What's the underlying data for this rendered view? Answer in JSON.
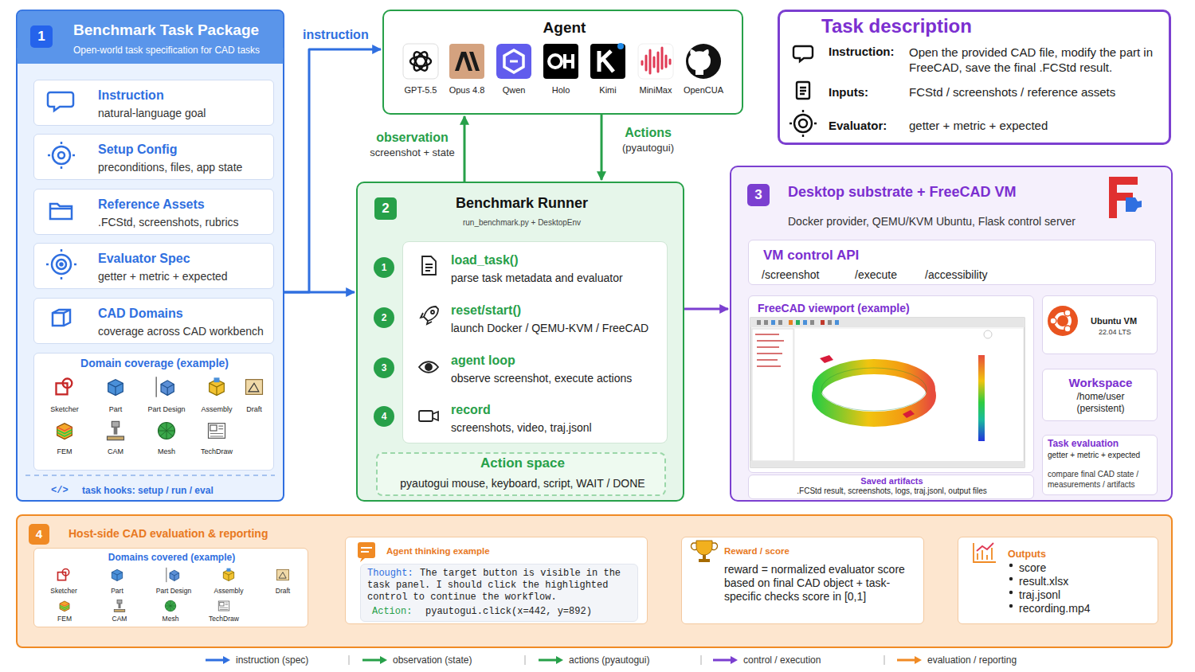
{
  "diagram": {
    "nodes": [
      {
        "text": [
          "1",
          "Benchmark Task Package",
          "Open-world task specification for CAD tasks",
          "</>",
          "task hooks: setup / run / eval"
        ]
      },
      {
        "text": [
          "Instruction",
          "natural-language goal"
        ],
        "in": 0
      },
      {
        "text": [
          "Setup Config",
          "preconditions, files, app state"
        ],
        "in": 0
      },
      {
        "text": [
          "Reference Assets",
          ".FCStd, screenshots, rubrics"
        ],
        "in": 0
      },
      {
        "text": [
          "Evaluator Spec",
          "getter + metric + expected"
        ],
        "in": 0
      },
      {
        "text": [
          "CAD Domains",
          "coverage across CAD workbench"
        ],
        "in": 0
      },
      {
        "text": [
          "Domain coverage (example)"
        ],
        "in": 0
      },
      {
        "text": [
          "Agent"
        ]
      },
      {
        "text": [
          "Task description",
          "Instruction:",
          "Open the provided CAD file, modify the part in FreeCAD, save the final .FCStd result.",
          "Inputs:",
          "FCStd / screenshots / reference assets",
          "Evaluator:",
          "getter + metric + expected"
        ]
      },
      {
        "text": [
          "2",
          "Benchmark Runner",
          "run_benchmark.py + DesktopEnv",
          "1",
          "2",
          "3",
          "4"
        ]
      },
      {
        "text": [
          "load_task()",
          "parse task metadata and evaluator",
          "reset/start()",
          "launch Docker / QEMU-KVM / FreeCAD",
          "agent loop",
          "observe screenshot, execute actions",
          "record",
          "screenshots, video, traj.jsonl"
        ],
        "in": 9
      },
      {
        "text": [
          "Action space",
          "pyautogui mouse, keyboard, script, WAIT / DONE"
        ],
        "in": 9
      },
      {
        "text": [
          "3",
          "Desktop substrate + FreeCAD VM",
          "Docker provider, QEMU/KVM Ubuntu, Flask control server"
        ]
      },
      {
        "text": [
          "VM control API",
          "/screenshot",
          "/execute",
          "/accessibility"
        ],
        "in": 12
      },
      {
        "text": [
          "FreeCAD viewport (example)"
        ],
        "in": 12
      },
      {
        "text": [
          "Ubuntu VM",
          "22.04 LTS"
        ],
        "in": 12
      },
      {
        "text": [
          "Workspace",
          "/home/user (persistent)"
        ],
        "in": 12
      },
      {
        "text": [
          "Saved artifacts",
          ".FCStd result, screenshots, logs, traj.jsonl, output files"
        ],
        "in": 12
      },
      {
        "text": [
          "Task evaluation",
          "getter + metric + expected",
          "compare final CAD state / measurements / artifacts"
        ],
        "in": 12
      },
      {
        "text": [
          "4",
          "Host-side CAD evaluation & reporting"
        ]
      },
      {
        "text": [
          "Domains covered (example)"
        ],
        "in": 19
      },
      {
        "text": [
          "Agent thinking example"
        ],
        "in": 19
      },
      {
        "text": [
          "Thought:",
          "The target button is visible in the task panel. I should click the highlighted control to continue the workflow.",
          "Action:",
          "pyautogui.click(x=442, y=892)"
        ],
        "in": 21
      },
      {
        "text": [
          "Reward / score",
          "reward = normalized evaluator score based on final CAD object + task-specific checks score in [0,1]"
        ],
        "in": 19
      },
      {
        "text": [
          "Outputs",
          "score",
          "result.xlsx",
          "traj.jsonl",
          "recording.mp4"
        ],
        "in": 19
      }
    ],
    "edges": [
      {
        "from": 0,
        "to": 7,
        "arrow": "to",
        "label": "instruction"
      },
      {
        "from": 0,
        "to": 9,
        "arrow": "to"
      },
      {
        "from": 9,
        "to": 7,
        "arrow": "to",
        "label": "observation screenshot + state"
      },
      {
        "from": 7,
        "to": 9,
        "arrow": "to",
        "label": "Actions (pyautogui)"
      },
      {
        "from": 9,
        "to": 12,
        "arrow": "to"
      },
      {
        "from": 20,
        "to": 21,
        "arrow": "to"
      },
      {
        "from": 21,
        "to": 23,
        "arrow": "to"
      },
      {
        "from": 23,
        "to": 24,
        "arrow": "to"
      }
    ],
    "labels": [
      "GPT-5.5",
      "Opus 4.8",
      "Qwen",
      "Holo",
      "Kimi",
      "MiniMax",
      "OpenCUA",
      "Sketcher",
      "Part",
      "Part Design",
      "Assembly",
      "Draft",
      "FEM",
      "CAM",
      "Mesh",
      "TechDraw",
      "Sketcher",
      "Part",
      "Part Design",
      "Assembly",
      "Draft",
      "FEM",
      "CAM",
      "Mesh",
      "TechDraw"
    ],
    "legend": [
      {
        "text": "instruction (spec)"
      },
      {
        "text": "observation (state)"
      },
      {
        "text": "actions (pyautogui)"
      },
      {
        "text": "control / execution"
      },
      {
        "text": "evaluation / reporting"
      }
    ]
  }
}
